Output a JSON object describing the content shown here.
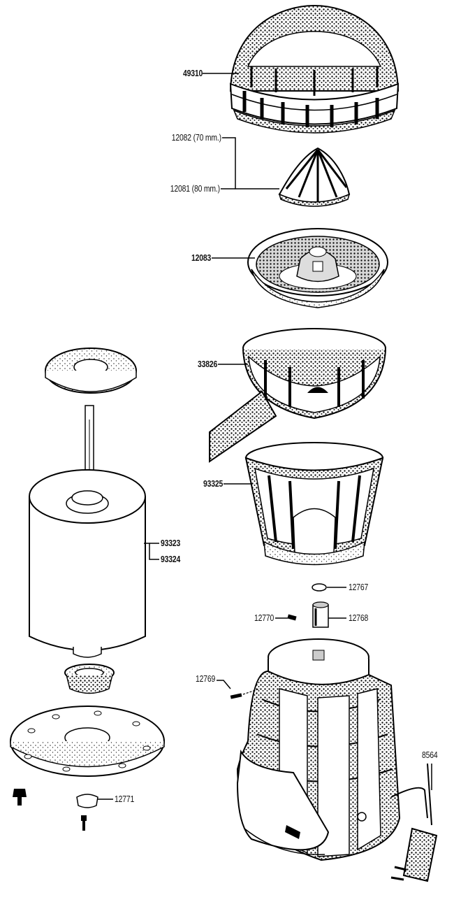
{
  "diagram": {
    "parts": [
      {
        "id": "lid",
        "part_number": "49310"
      },
      {
        "id": "cone-small",
        "part_number": "12082 (70 mm.)"
      },
      {
        "id": "cone-large",
        "part_number": "12081 (80 mm.)"
      },
      {
        "id": "strainer",
        "part_number": "12083"
      },
      {
        "id": "juice-bowl",
        "part_number": "33826"
      },
      {
        "id": "pulp-basket",
        "part_number": "93325"
      },
      {
        "id": "motor-a",
        "part_number": "93323"
      },
      {
        "id": "motor-b",
        "part_number": "93324"
      },
      {
        "id": "washer",
        "part_number": "12767"
      },
      {
        "id": "pin",
        "part_number": "12770"
      },
      {
        "id": "coupler",
        "part_number": "12768"
      },
      {
        "id": "screw",
        "part_number": "12769"
      },
      {
        "id": "power-cord",
        "part_number": "8564"
      },
      {
        "id": "foot",
        "part_number": "12771"
      }
    ]
  }
}
